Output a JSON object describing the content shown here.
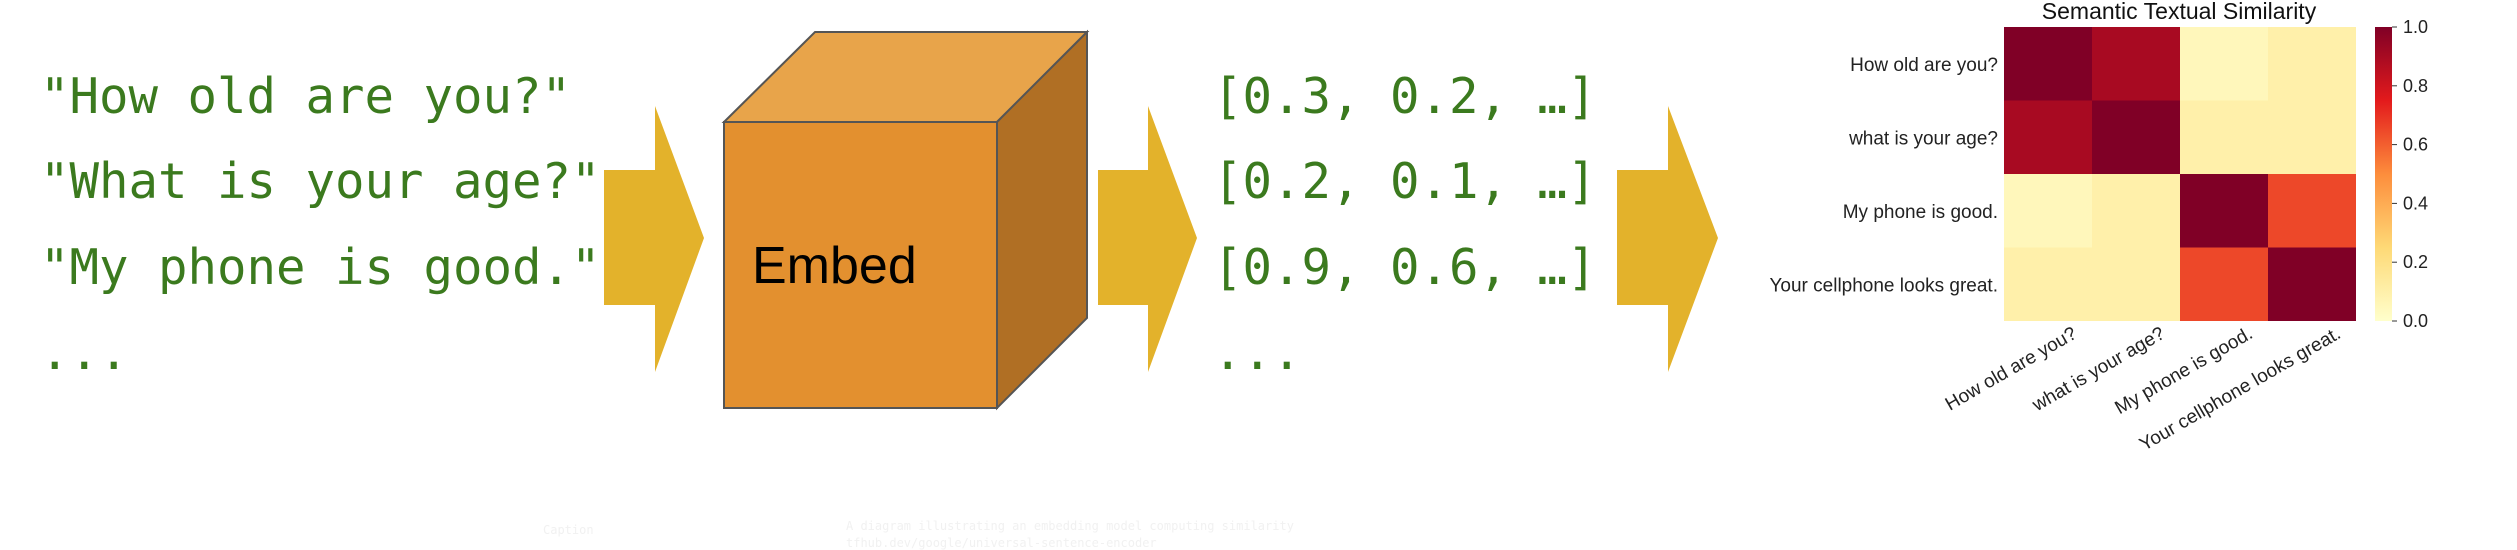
{
  "sentences": [
    "\"How old are you?\"",
    "\"What is your age?\"",
    "\"My phone is good.\"",
    "..."
  ],
  "embed_label": "Embed",
  "vectors": [
    "[0.3, 0.2, …]",
    "[0.2, 0.1, …]",
    "[0.9, 0.6, …]",
    "..."
  ],
  "colors": {
    "text_green": "#3b7a1e",
    "arrow": "#e3b22b",
    "cube_front": "#e3902f",
    "cube_top": "#e8a44a",
    "cube_side": "#b06f24"
  },
  "chart_data": {
    "type": "heatmap",
    "title": "Semantic Textual Similarity",
    "row_labels": [
      "How old are you?",
      "what is your age?",
      "My phone is good.",
      "Your cellphone looks great."
    ],
    "col_labels": [
      "How old are you?",
      "what is your age?",
      "My phone is good.",
      "Your cellphone looks great."
    ],
    "values": [
      [
        1.0,
        0.9,
        0.05,
        0.1
      ],
      [
        0.9,
        1.0,
        0.1,
        0.1
      ],
      [
        0.05,
        0.1,
        1.0,
        0.65
      ],
      [
        0.1,
        0.1,
        0.65,
        1.0
      ]
    ],
    "colorbar": {
      "min": 0.0,
      "max": 1.0,
      "ticks": [
        "1.0",
        "0.8",
        "0.6",
        "0.4",
        "0.2",
        "0.0"
      ]
    },
    "colormap": [
      "#ffffcc",
      "#fed976",
      "#fd8d3c",
      "#e31a1c",
      "#800026"
    ]
  },
  "faint_caption": {
    "left": "Caption",
    "line1": "A diagram illustrating an embedding model computing similarity",
    "line2": "tfhub.dev/google/universal-sentence-encoder"
  }
}
